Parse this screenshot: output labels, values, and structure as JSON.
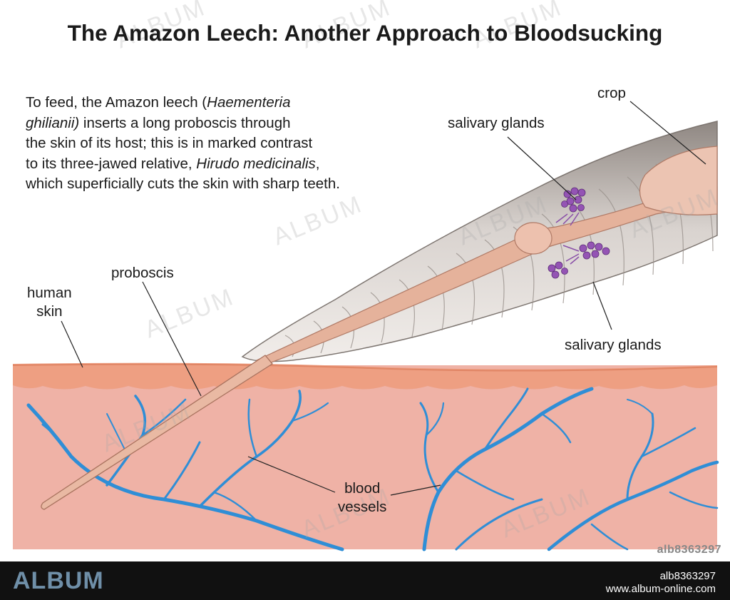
{
  "title": "The Amazon Leech: Another Approach to Bloodsucking",
  "intro": {
    "line1_a": "To feed, the Amazon leech (",
    "line1_species": "Haementeria",
    "line2_species": "ghilianii)",
    "line2_b": " inserts a long proboscis through",
    "line3": "the skin of its host; this is in marked contrast",
    "line4_a": "to its three-jawed relative, ",
    "line4_species": "Hirudo medicinalis",
    "line4_b": ",",
    "line5": "which superficially cuts the skin with sharp teeth."
  },
  "labels": {
    "crop": "crop",
    "salivary_glands_top": "salivary glands",
    "salivary_glands_bottom": "salivary glands",
    "proboscis": "proboscis",
    "human_skin_1": "human",
    "human_skin_2": "skin",
    "blood_vessels_1": "blood",
    "blood_vessels_2": "vessels"
  },
  "watermark": {
    "text": "ALBUM",
    "id_stamp": "alb8363297"
  },
  "footer": {
    "brand": "ALBUM",
    "code": "alb8363297",
    "url": "www.album-online.com"
  },
  "colors": {
    "skin_fill": "#efb3a7",
    "skin_surface": "#ee9e7f",
    "vessel": "#2b8fd4",
    "leech_body": "#c9c2bd",
    "proboscis": "#e7b7a2",
    "gland": "#8a4fa8"
  }
}
